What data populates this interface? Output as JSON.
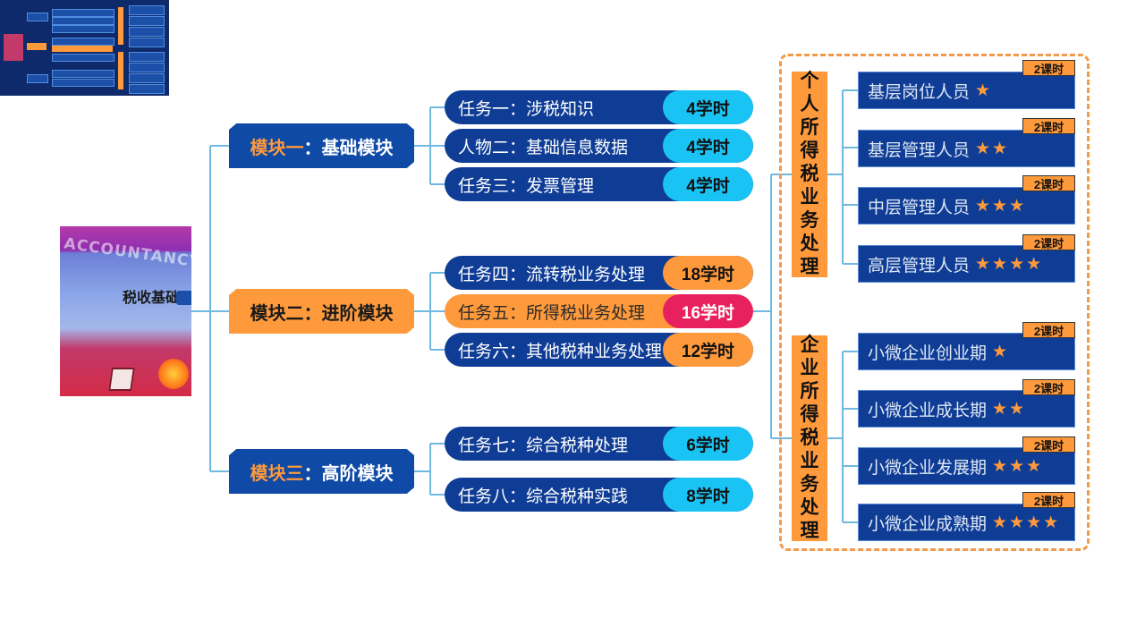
{
  "book": {
    "cover_title": "税收基础",
    "cover_word": "ACCOUNTANCY"
  },
  "modules": [
    {
      "prefix": "模块一",
      "suffix": "：基础模块"
    },
    {
      "prefix": "模块二",
      "suffix": "：进阶模块"
    },
    {
      "prefix": "模块三",
      "suffix": "：高阶模块"
    }
  ],
  "tasks": [
    {
      "name": "任务一：涉税知识",
      "hours": "4学时"
    },
    {
      "name": "人物二：基础信息数据",
      "hours": "4学时"
    },
    {
      "name": "任务三：发票管理",
      "hours": "4学时"
    },
    {
      "name": "任务四：流转税业务处理",
      "hours": "18学时"
    },
    {
      "name": "任务五：所得税业务处理",
      "hours": "16学时"
    },
    {
      "name": "任务六：其他税种业务处理",
      "hours": "12学时"
    },
    {
      "name": "任务七：综合税种处理",
      "hours": "6学时"
    },
    {
      "name": "任务八：综合税种实践",
      "hours": "8学时"
    }
  ],
  "categories": [
    {
      "chars": [
        "个",
        "人",
        "所",
        "得",
        "税",
        "业",
        "务",
        "处",
        "理"
      ]
    },
    {
      "chars": [
        "企",
        "业",
        "所",
        "得",
        "税",
        "业",
        "务",
        "处",
        "理"
      ]
    }
  ],
  "roles": [
    {
      "name": "基层岗位人员",
      "stars": "★",
      "tag": "2课时"
    },
    {
      "name": "基层管理人员",
      "stars": "★★",
      "tag": "2课时"
    },
    {
      "name": "中层管理人员",
      "stars": "★★★",
      "tag": "2课时"
    },
    {
      "name": "高层管理人员",
      "stars": "★★★★",
      "tag": "2课时"
    },
    {
      "name": "小微企业创业期",
      "stars": "★",
      "tag": "2课时"
    },
    {
      "name": "小微企业成长期",
      "stars": "★★",
      "tag": "2课时"
    },
    {
      "name": "小微企业发展期",
      "stars": "★★★",
      "tag": "2课时"
    },
    {
      "name": "小微企业成熟期",
      "stars": "★★★★",
      "tag": "2课时"
    }
  ]
}
